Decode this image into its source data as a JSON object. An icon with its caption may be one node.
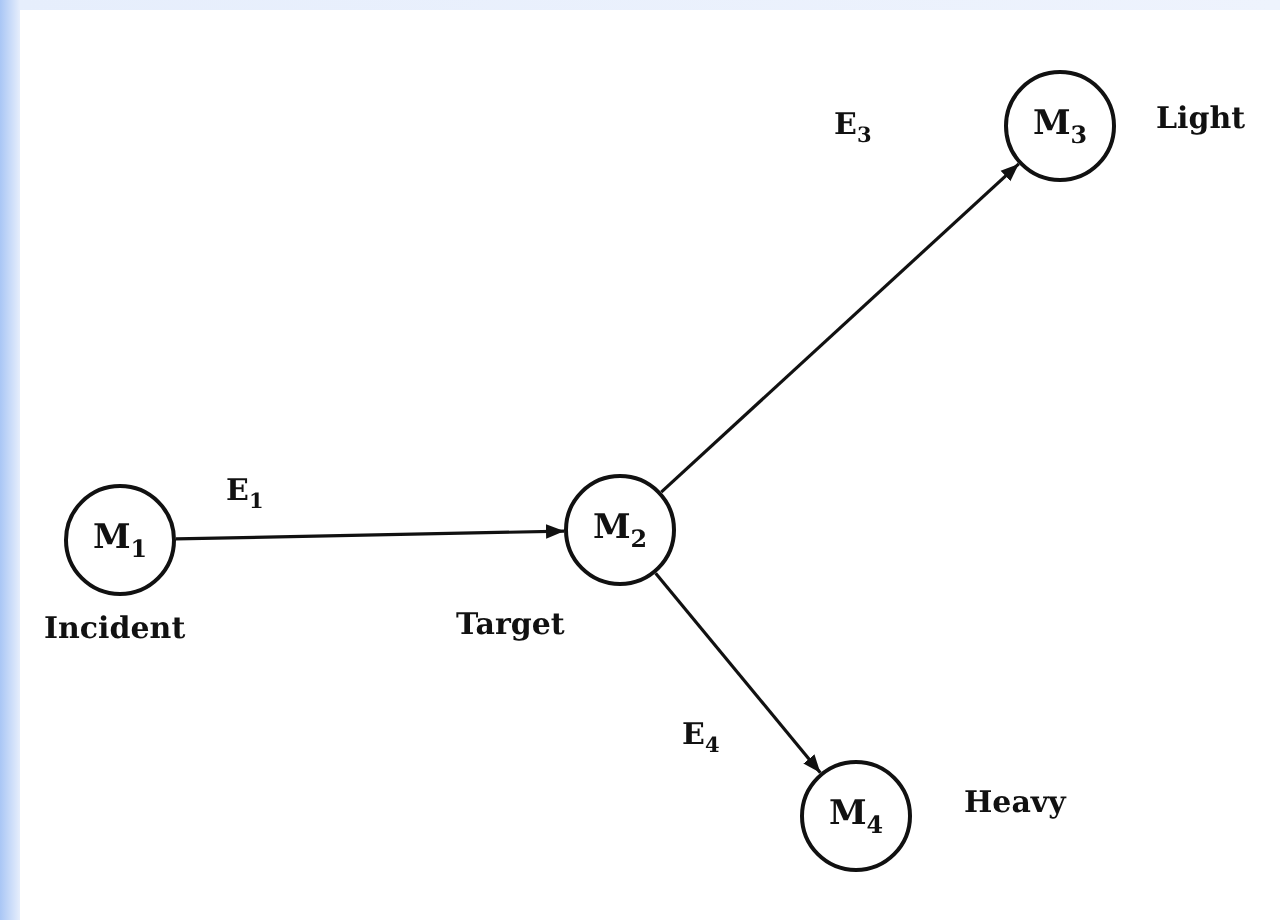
{
  "diagram": {
    "nodes": [
      {
        "text": [
          "M$_{1}$"
        ],
        "beside": [
          "Incident"
        ]
      },
      {
        "text": [
          "M$_{2}$"
        ],
        "beside": [
          "Target"
        ]
      },
      {
        "text": [
          "M$_{3}$"
        ],
        "beside": [
          "Light"
        ]
      },
      {
        "text": [
          "M$_{4}$"
        ],
        "beside": [
          "Heavy"
        ]
      }
    ],
    "edges": [
      {
        "from": 0,
        "to": 1,
        "arrow": "to",
        "label": "E$_{1}$"
      },
      {
        "from": 1,
        "to": 2,
        "arrow": "to",
        "label": "E$_{3}$"
      },
      {
        "from": 1,
        "to": 3,
        "arrow": "to",
        "label": "E$_{4}$"
      }
    ]
  }
}
